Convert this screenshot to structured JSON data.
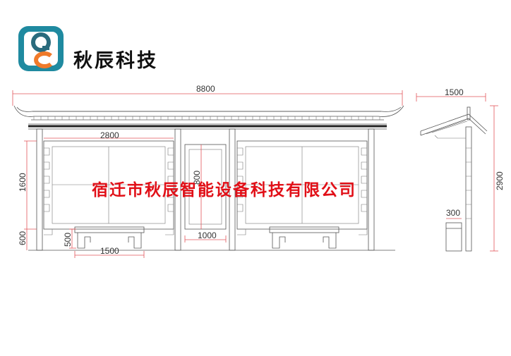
{
  "brand": {
    "logo_letters": "QC",
    "company_name": "秋辰科技",
    "colors": {
      "logo_teal": "#1f8aa0",
      "logo_orange": "#f07a2a",
      "logo_dark": "#2a6b7d"
    }
  },
  "watermark": {
    "text": "宿迁市秋辰智能设备科技有限公司",
    "color": "#e10f17"
  },
  "dimensions": {
    "total_width": "8800",
    "board_width": "2800",
    "board_height": "1600",
    "base_height": "600",
    "bench_height": "500",
    "bench_width": "1500",
    "center_width": "1000",
    "center_height": "800",
    "side_depth": "1500",
    "side_height": "2900",
    "bin_width": "300"
  }
}
